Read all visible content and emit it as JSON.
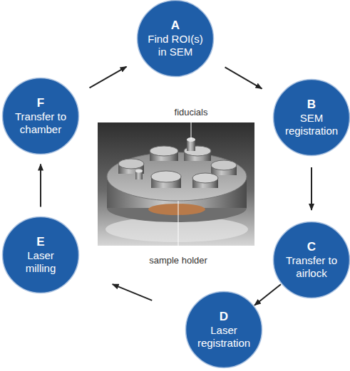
{
  "diagram": {
    "nodes": [
      {
        "text": [
          "A",
          "Find ROI(s) in SEM"
        ]
      },
      {
        "text": [
          "B",
          "SEM registration"
        ]
      },
      {
        "text": [
          "C",
          "Transfer to airlock"
        ]
      },
      {
        "text": [
          "D",
          "Laser registration"
        ]
      },
      {
        "text": [
          "E",
          "Laser milling"
        ]
      },
      {
        "text": [
          "F",
          "Transfer to chamber"
        ]
      }
    ],
    "edges": [
      {
        "from": 0,
        "to": 1,
        "arrow": "to"
      },
      {
        "from": 1,
        "to": 2,
        "arrow": "to"
      },
      {
        "from": 2,
        "to": 3,
        "arrow": "to"
      },
      {
        "from": 3,
        "to": 4,
        "arrow": "to"
      },
      {
        "from": 4,
        "to": 5,
        "arrow": "to"
      },
      {
        "from": 5,
        "to": 0,
        "arrow": "to"
      }
    ],
    "labels": [
      "fiducials",
      "sample holder"
    ]
  }
}
